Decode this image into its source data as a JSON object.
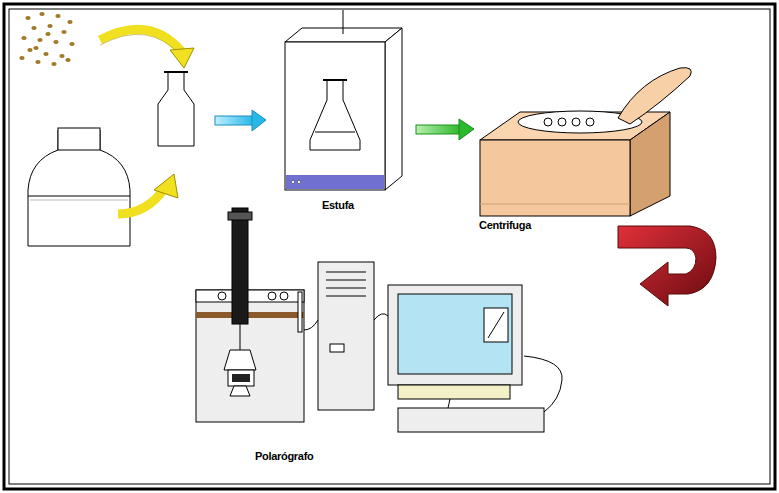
{
  "diagram": {
    "labels": [
      "Estufa",
      "Centrifuga",
      "Polarógrafo"
    ]
  }
}
